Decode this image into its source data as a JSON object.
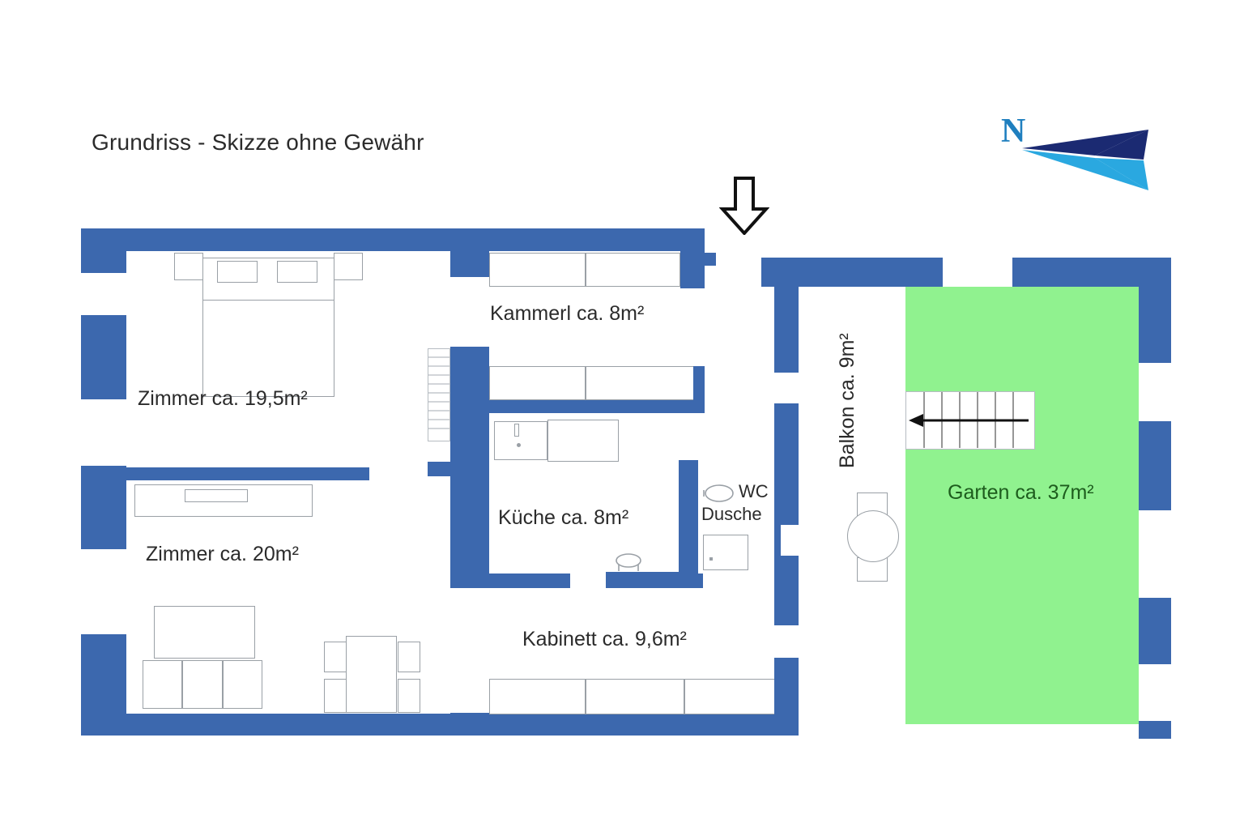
{
  "document": {
    "title": "Grundriss - Skizze ohne Gewähr"
  },
  "compass": {
    "north_label": "N",
    "icon": "north-arrow-icon",
    "colors": {
      "dark": "#1b2a72",
      "light": "#2aa8e0",
      "letter": "#1f7fbf"
    }
  },
  "colors": {
    "wall": "#3c68ae",
    "garden_fill": "#90f28f",
    "garden_text": "#1d5c1d",
    "furniture_outline": "#9aa0a6",
    "text": "#2b2b2b"
  },
  "markers": {
    "entrance_arrow": "entrance-arrow-icon",
    "stair_direction_arrow": "stair-direction-arrow-icon"
  },
  "rooms": [
    {
      "id": "zimmer-19-5",
      "name": "Zimmer",
      "area": "19,5m²",
      "label": "Zimmer ca. 19,5m²"
    },
    {
      "id": "zimmer-20",
      "name": "Zimmer",
      "area": "20m²",
      "label": "Zimmer ca. 20m²"
    },
    {
      "id": "kammerl",
      "name": "Kammerl",
      "area": "8m²",
      "label": "Kammerl ca. 8m²"
    },
    {
      "id": "kueche",
      "name": "Küche",
      "area": "8m²",
      "label": "Küche ca. 8m²"
    },
    {
      "id": "kabinett",
      "name": "Kabinett",
      "area": "9,6m²",
      "label": "Kabinett ca. 9,6m²"
    },
    {
      "id": "balkon",
      "name": "Balkon",
      "area": "9m²",
      "label": "Balkon ca. 9m²"
    },
    {
      "id": "garten",
      "name": "Garten",
      "area": "37m²",
      "label": "Garten ca. 37m²"
    }
  ],
  "bath": {
    "wc_label": "WC",
    "shower_label": "Dusche",
    "fixtures": [
      "toilet-icon",
      "shower-tray-icon"
    ]
  },
  "furniture": {
    "bedroom_19_5": [
      "double-bed-icon",
      "pillow-icon",
      "pillow-icon",
      "nightstand-icon",
      "nightstand-icon"
    ],
    "bedroom_20": [
      "sofa-icon",
      "coffee-table-icon",
      "dining-table-icon",
      "chair-icon"
    ],
    "kitchen": [
      "sink-icon",
      "stove-icon",
      "counter-icon",
      "cabinet-icon"
    ],
    "balcony": [
      "round-table-icon",
      "chair-icon",
      "chair-icon"
    ],
    "garden": [
      "stairs-icon"
    ]
  }
}
